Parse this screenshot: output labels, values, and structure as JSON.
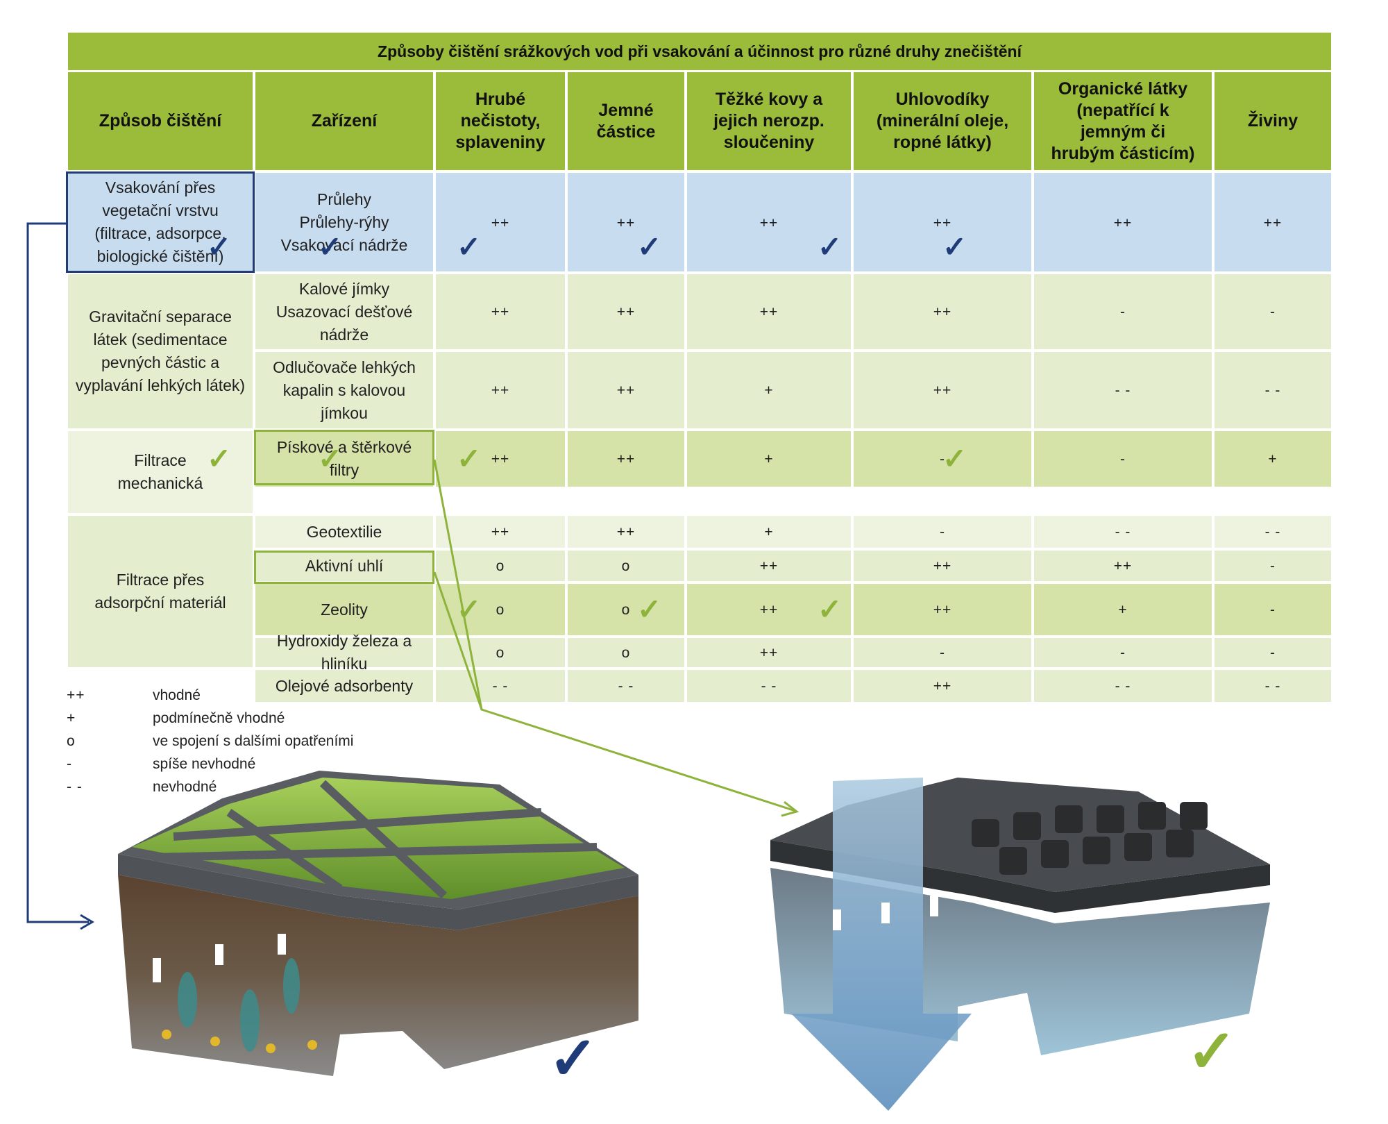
{
  "table": {
    "title": "Způsoby čištění srážkových vod při vsakování a účinnost pro různé druhy znečištění",
    "headers": [
      "Způsob čištění",
      "Zařízení",
      "Hrubé nečistoty, splaveniny",
      "Jemné částice",
      "Těžké kovy a jejich nerozp. sloučeniny",
      "Uhlovodíky (minerální oleje, ropné látky)",
      "Organické látky (nepatřící k jemným či hrubým částicím)",
      "Živiny"
    ],
    "methods": [
      "Vsakování přes vegetační vrstvu (filtrace, adsorpce, biologické čištění)",
      "Gravitační separace látek (sedimentace pevných částic a vyplavání lehkých látek)",
      "Filtrace mechanická",
      "Filtrace přes adsorpční materiál"
    ],
    "rows": [
      {
        "device": "Průlehy\nPrůlehy-rýhy\nVsakovací nádrže",
        "values": [
          "++",
          "++",
          "++",
          "++",
          "++",
          "++"
        ]
      },
      {
        "device": "Kalové jímky\nUsazovací dešťové nádrže",
        "values": [
          "++",
          "++",
          "++",
          "++",
          "-",
          "-"
        ]
      },
      {
        "device": "Odlučovače lehkých kapalin s kalovou jímkou",
        "values": [
          "++",
          "++",
          "+",
          "++",
          "- -",
          "- -"
        ]
      },
      {
        "device": "Pískové a štěrkové filtry",
        "values": [
          "++",
          "++",
          "+",
          "-",
          "-",
          "+"
        ]
      },
      {
        "device": "Geotextilie",
        "values": [
          "++",
          "++",
          "+",
          "-",
          "- -",
          "- -"
        ]
      },
      {
        "device": "Aktivní uhlí",
        "values": [
          "o",
          "o",
          "++",
          "++",
          "++",
          "-"
        ]
      },
      {
        "device": "Zeolity",
        "values": [
          "o",
          "o",
          "++",
          "++",
          "+",
          "-"
        ]
      },
      {
        "device": "Hydroxidy železa a hliníku",
        "values": [
          "o",
          "o",
          "++",
          "-",
          "-",
          "-"
        ]
      },
      {
        "device": "Olejové adsorbenty",
        "values": [
          "- -",
          "- -",
          "- -",
          "++",
          "- -",
          "- -"
        ]
      }
    ],
    "checkmark": "✓"
  },
  "legend": [
    {
      "symbol": "++",
      "text": "vhodné"
    },
    {
      "symbol": "+",
      "text": "podmínečně vhodné"
    },
    {
      "symbol": "o",
      "text": "ve spojení s dalšími opatřeními"
    },
    {
      "symbol": "-",
      "text": "spíše nevhodné"
    },
    {
      "symbol": "- -",
      "text": "nevhodné"
    }
  ],
  "colors": {
    "header_green": "#9bbb3b",
    "check_blue": "#1f3c78",
    "check_green": "#8db33a",
    "row_blue": "#c8dcf0",
    "row_green": "#e5edcf"
  },
  "illustrations": {
    "left": "grass-paver-infiltration-icon",
    "right": "permeable-paver-filter-icon"
  }
}
